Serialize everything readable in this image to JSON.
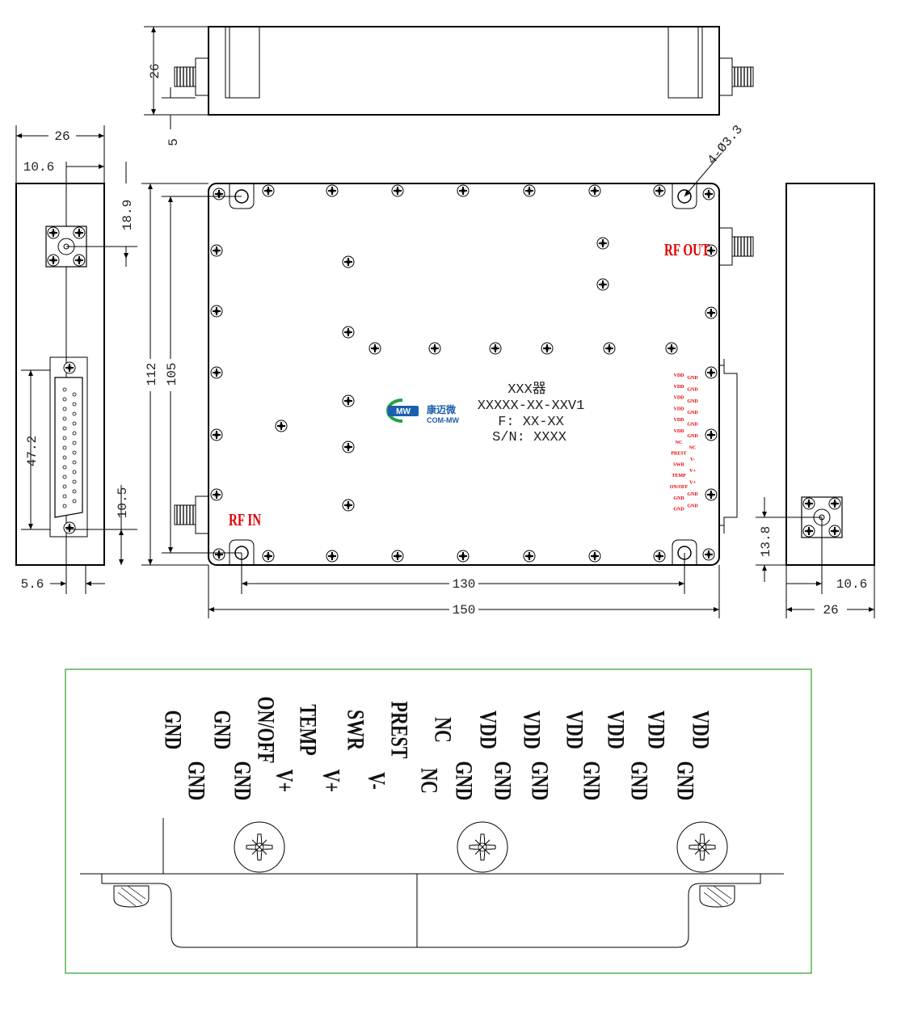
{
  "dimensions": {
    "top_height": "26",
    "top_offset": "5",
    "left_width": "26",
    "left_offset": "10.6",
    "left_top_offset": "18.9",
    "connector_length": "47.2",
    "connector_bottom": "10.5",
    "connector_side": "5.6",
    "overall_height": "112",
    "mount_height": "105",
    "mount_span": "130",
    "overall_length": "150",
    "hole_callout": "4-Ø3.3",
    "right_height": "13.8",
    "right_offset": "10.6",
    "right_width": "26"
  },
  "labels": {
    "rf_out": "RF OUT",
    "rf_in": "RF IN",
    "product_name": "XXX器",
    "model_number": "XXXXX-XX-XXV1",
    "frequency": "F: XX-XX",
    "serial": "S/N: XXXX"
  },
  "brand": {
    "mark": "MW",
    "name_cn": "康迈微",
    "name_en": "COM-MW",
    "color": "#1b5fae",
    "accent": "#25a244"
  },
  "pinout": {
    "top_row": [
      "GND",
      "GND",
      "ON/OFF",
      "TEMP",
      "SWR",
      "PREST",
      "NC",
      "VDD",
      "VDD",
      "VDD",
      "VDD",
      "VDD",
      "VDD"
    ],
    "bottom_row": [
      "GND",
      "GND",
      "V+",
      "V+",
      "V-",
      "NC",
      "GND",
      "GND",
      "GND",
      "GND",
      "GND",
      "GND"
    ]
  },
  "small_pin_labels": {
    "left_col": [
      "VDD",
      "VDD",
      "VDD",
      "VDD",
      "VDD",
      "VDD",
      "NC",
      "PREST",
      "SWR",
      "TEMP",
      "ON/OFF",
      "GND",
      "GND"
    ],
    "right_col": [
      "GND",
      "GND",
      "GND",
      "GND",
      "GND",
      "GND",
      "NC",
      "V-",
      "V+",
      "V+",
      "GND",
      "GND"
    ]
  },
  "colors": {
    "annotation": "#e00000",
    "detail_frame": "#2ca02c",
    "line": "#000000"
  }
}
